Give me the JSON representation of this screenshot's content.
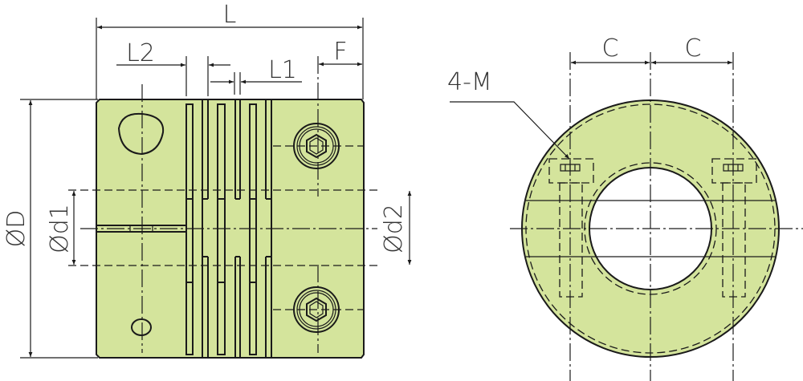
{
  "title": "Slit type flexible coupling dimensional drawing",
  "colors": {
    "body_fill": "#d4e49c",
    "line": "#1a1a1a"
  },
  "side_view": {
    "labels": {
      "L": "L",
      "L2": "L2",
      "L1": "L1",
      "F": "F",
      "D": "ØD",
      "d1": "Ød1",
      "d2": "Ød2"
    }
  },
  "end_view": {
    "labels": {
      "C_left": "C",
      "C_right": "C",
      "M": "4-M"
    }
  }
}
